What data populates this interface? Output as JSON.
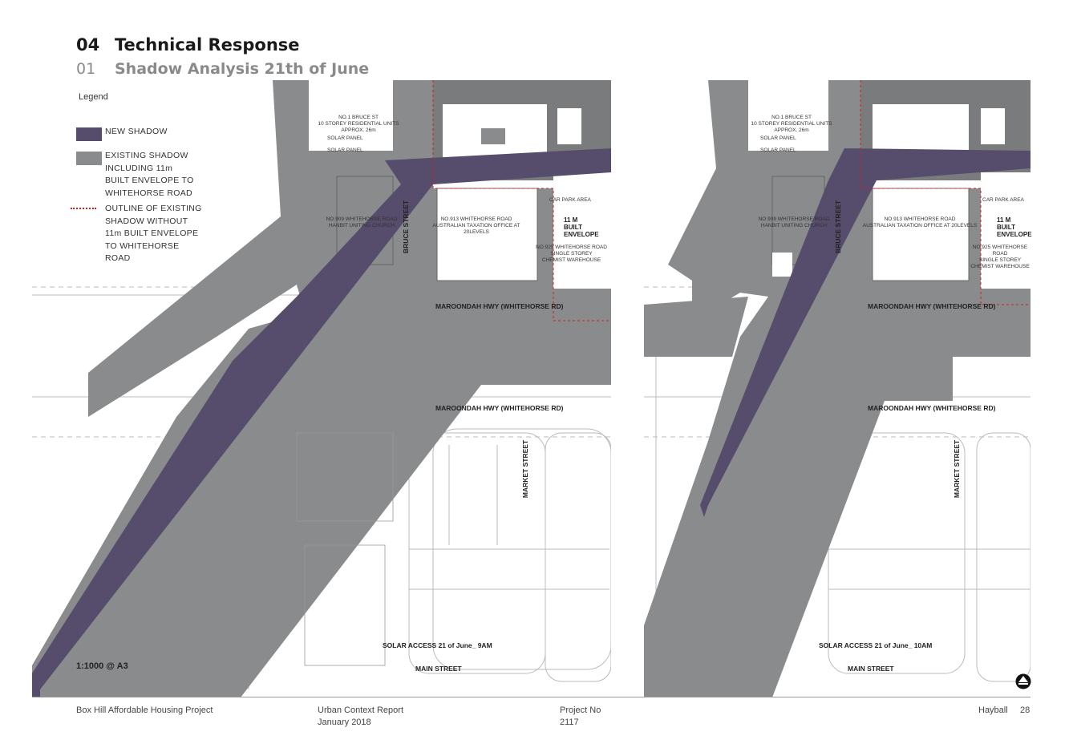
{
  "header": {
    "section_number": "04",
    "section_title": "Technical Response",
    "sub_number": "01",
    "sub_title": "Shadow Analysis 21th of June"
  },
  "legend": {
    "title": "Legend",
    "items": [
      {
        "type": "swatch",
        "color": "#564c6c",
        "text": "NEW SHADOW"
      },
      {
        "type": "swatch",
        "color": "#8a8b8c",
        "text": "EXISTING SHADOW INCLUDING 11m BUILT ENVELOPE TO WHITEHORSE ROAD"
      },
      {
        "type": "dotted",
        "color": "#d02020",
        "text": "OUTLINE OF EXISTING SHADOW WITHOUT 11m BUILT ENVELOPE TO WHITEHORSE ROAD"
      }
    ]
  },
  "colors": {
    "new_shadow": "#564c6c",
    "existing_shadow": "#8a8b8c",
    "outline": "#d02020"
  },
  "map_labels": {
    "no1_bruce": "NO.1 BRUCE ST\n10 STOREY RESIDENTIAL UNITS\nAPPROX. 26m",
    "solar_panel": "SOLAR PANEL",
    "no909": "NO.909 WHITEHORSE ROAD\nHANBIT UNITING CHURCH",
    "no913": "NO.913 WHITEHORSE ROAD\nAUSTRALIAN TAXATION OFFICE AT 20LEVELS",
    "car_park": "CAR PARK AREA",
    "built_envelope": "11 M\nBUILT\nENVELOPE",
    "no925": "NO.925 WHITEHORSE ROAD\nSINGLE STOREY\nCHEMIST WAREHOUSE",
    "bruce_street": "BRUCE STREET",
    "maroondah": "MAROONDAH HWY (WHITEHORSE RD)",
    "market_street": "MARKET STREET",
    "main_street": "MAIN STREET"
  },
  "panels": [
    {
      "caption": "SOLAR ACCESS 21 of June_ 9AM"
    },
    {
      "caption": "SOLAR ACCESS 21 of June_ 10AM"
    }
  ],
  "scale": "1:1000 @ A3",
  "footer": {
    "project": "Box Hill Affordable Housing Project",
    "report": "Urban Context Report",
    "date": "January 2018",
    "project_no_label": "Project No",
    "project_no": "2117",
    "company": "Hayball",
    "page": "28"
  }
}
